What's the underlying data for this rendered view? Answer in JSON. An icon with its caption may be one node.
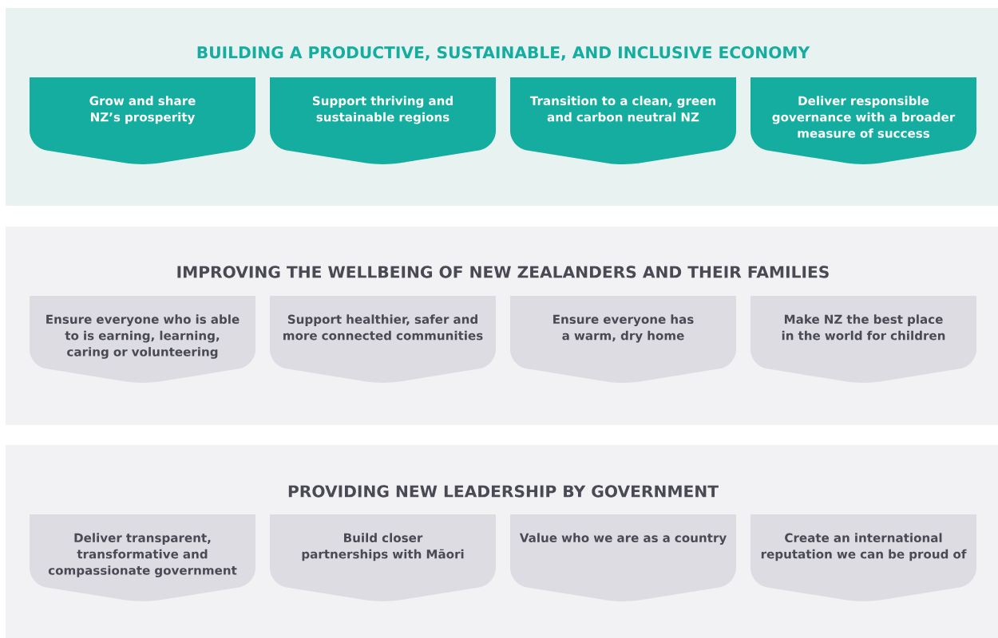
{
  "diagram": {
    "nodes": [
      {
        "text": [
          "BUILDING A PRODUCTIVE, SUSTAINABLE, AND INCLUSIVE ECONOMY"
        ]
      },
      {
        "text": [
          "Grow and share NZ’s prosperity"
        ],
        "in": 0
      },
      {
        "text": [
          "Support thriving and sustainable regions"
        ],
        "in": 0
      },
      {
        "text": [
          "Transition to a clean, green and carbon neutral NZ"
        ],
        "in": 0
      },
      {
        "text": [
          "Deliver responsible governance with a broader measure of success"
        ],
        "in": 0
      },
      {
        "text": [
          "IMPROVING THE WELLBEING OF NEW ZEALANDERS AND THEIR FAMILIES"
        ]
      },
      {
        "text": [
          "Ensure everyone who is able to is earning, learning, caring or volunteering"
        ],
        "in": 5
      },
      {
        "text": [
          "Support healthier, safer and more connected communities"
        ],
        "in": 5
      },
      {
        "text": [
          "Ensure everyone has a warm, dry home"
        ],
        "in": 5
      },
      {
        "text": [
          "Make NZ the best place in the world for children"
        ],
        "in": 5
      },
      {
        "text": [
          "PROVIDING NEW LEADERSHIP BY GOVERNMENT"
        ]
      },
      {
        "text": [
          "Deliver transparent, transformative and compassionate government"
        ],
        "in": 10
      },
      {
        "text": [
          "Build closer partnerships with Māori"
        ],
        "in": 10
      },
      {
        "text": [
          "Value who we are as a country"
        ],
        "in": 10
      },
      {
        "text": [
          "Create an international reputation we can be proud of"
        ],
        "in": 10
      }
    ]
  }
}
